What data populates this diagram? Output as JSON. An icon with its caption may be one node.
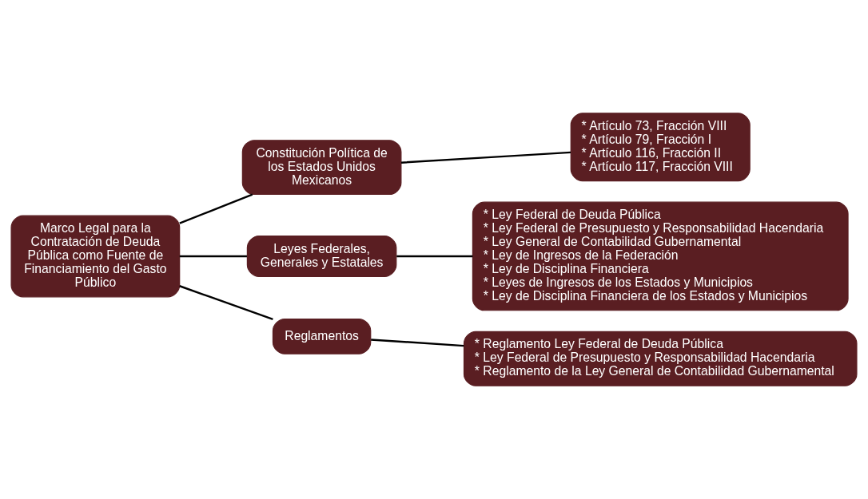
{
  "diagram": {
    "nodes": [
      {
        "text": [
          "Marco Legal para la Contratación de Deuda Pública como Fuente de Financiamiento del Gasto Público"
        ]
      },
      {
        "text": [
          "Constitución Política de los Estados Unidos Mexicanos"
        ]
      },
      {
        "text": [
          "Leyes Federales, Generales y Estatales"
        ]
      },
      {
        "text": [
          "Reglamentos"
        ]
      },
      {
        "text": [
          "* Artículo 73, Fracción VIII",
          "* Artículo 79, Fracción I",
          "* Artículo 116, Fracción II",
          "* Artículo 117, Fracción VIII"
        ]
      },
      {
        "text": [
          "* Ley Federal de Deuda Pública",
          "* Ley Federal de Presupuesto y Responsabilidad Hacendaria",
          "* Ley General de Contabilidad Gubernamental",
          "* Ley de Ingresos de la Federación",
          "* Ley de Disciplina Financiera",
          "* Leyes de Ingresos de los Estados y Municipios",
          "* Ley de Disciplina Financiera de los Estados y Municipios"
        ]
      },
      {
        "text": [
          "* Reglamento Ley Federal de Deuda Pública",
          "* Ley Federal de Presupuesto y Responsabilidad Hacendaria",
          "* Reglamento de la Ley General de Contabilidad Gubernamental"
        ]
      }
    ],
    "edges": [
      {
        "from": 0,
        "to": 1,
        "arrow": "none"
      },
      {
        "from": 0,
        "to": 2,
        "arrow": "none"
      },
      {
        "from": 0,
        "to": 3,
        "arrow": "none"
      },
      {
        "from": 1,
        "to": 4,
        "arrow": "none"
      },
      {
        "from": 2,
        "to": 5,
        "arrow": "none"
      },
      {
        "from": 3,
        "to": 6,
        "arrow": "none"
      }
    ]
  }
}
